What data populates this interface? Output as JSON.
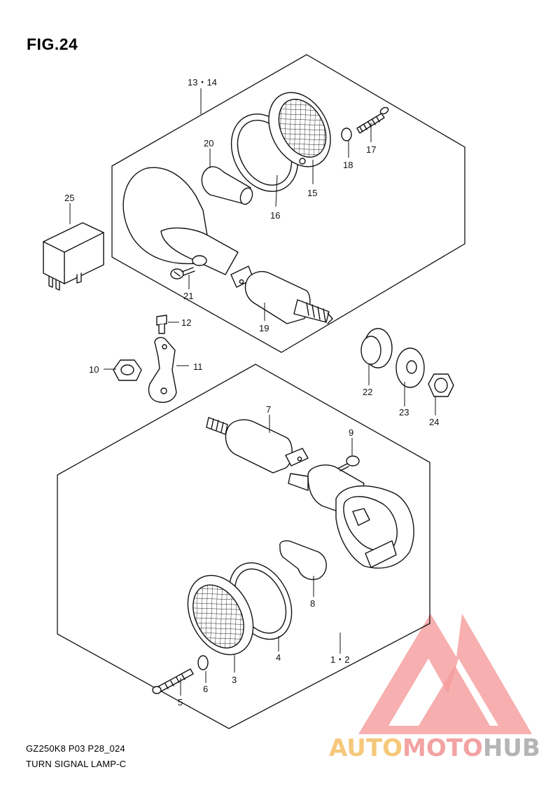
{
  "figure": {
    "title": "FIG.24"
  },
  "footer": {
    "code": "GZ250K8 P03 P28_024",
    "name": "TURN SIGNAL LAMP-C"
  },
  "watermark": {
    "part1": "AUTO",
    "part2": "MOTO",
    "part3": "HUB",
    "colors": {
      "auto": "#f6c87c",
      "moto": "#f2a2a2",
      "hub": "#b5b5b5",
      "logo": "#f48a8a"
    }
  },
  "callouts": {
    "c1_2": "1・2",
    "c3": "3",
    "c4": "4",
    "c5": "5",
    "c6": "6",
    "c7": "7",
    "c8": "8",
    "c9": "9",
    "c10": "10",
    "c11": "11",
    "c12": "12",
    "c13_14": "13・14",
    "c15": "15",
    "c16": "16",
    "c17": "17",
    "c18": "18",
    "c19": "19",
    "c20": "20",
    "c21": "21",
    "c22": "22",
    "c23": "23",
    "c24": "24",
    "c25": "25"
  }
}
